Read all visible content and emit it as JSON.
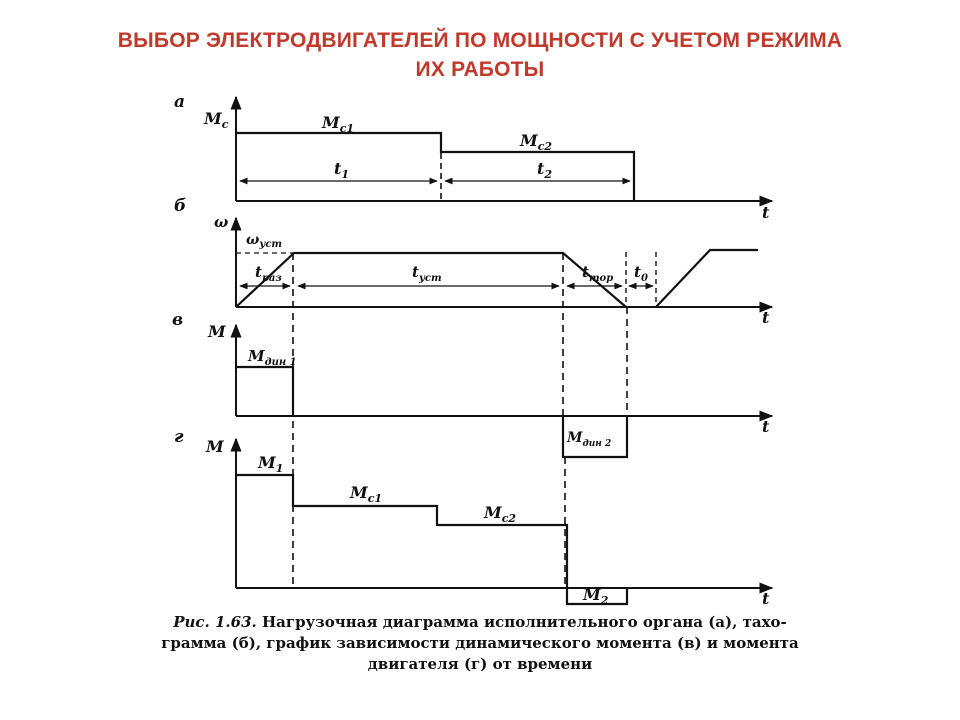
{
  "title": {
    "line1": "ВЫБОР ЭЛЕКТРОДВИГАТЕЛЕЙ ПО МОЩНОСТИ С УЧЕТОМ РЕЖИМА",
    "line2": "ИХ РАБОТЫ"
  },
  "colors": {
    "title": "#c0392b",
    "ink": "#111111"
  },
  "panels": {
    "a": {
      "letter": "а",
      "axis_y": "M",
      "axis_y_sub": "c",
      "axis_x": "t",
      "mc1": "M",
      "mc1_sub": "c1",
      "mc2": "M",
      "mc2_sub": "c2",
      "t1": "t",
      "t1_sub": "1",
      "t2": "t",
      "t2_sub": "2"
    },
    "b": {
      "letter": "б",
      "axis_y": "ω",
      "axis_x": "t",
      "omega": "ω",
      "omega_sub": "уст",
      "traz": "t",
      "traz_sub": "раз",
      "tust": "t",
      "tust_sub": "уст",
      "ttor": "t",
      "ttor_sub": "тор",
      "t0": "t",
      "t0_sub": "0"
    },
    "v": {
      "letter": "в",
      "axis_y": "M",
      "axis_x": "t",
      "mdin1": "M",
      "mdin1_sub": "дин 1",
      "mdin2": "M",
      "mdin2_sub": "дин 2"
    },
    "g": {
      "letter": "г",
      "axis_y": "M",
      "axis_x": "t",
      "m1": "M",
      "m1_sub": "1",
      "mc1": "M",
      "mc1_sub": "c1",
      "mc2": "M",
      "mc2_sub": "c2",
      "m2": "M",
      "m2_sub": "2"
    }
  },
  "caption": {
    "prefix": "Рис. 1.63.",
    "line1": " Нагрузочная диаграмма исполнительного органа (а), тахо-",
    "line2": "грамма (б), график зависимости динамического момента (в) и момента",
    "line3": "двигателя (г) от времени"
  }
}
